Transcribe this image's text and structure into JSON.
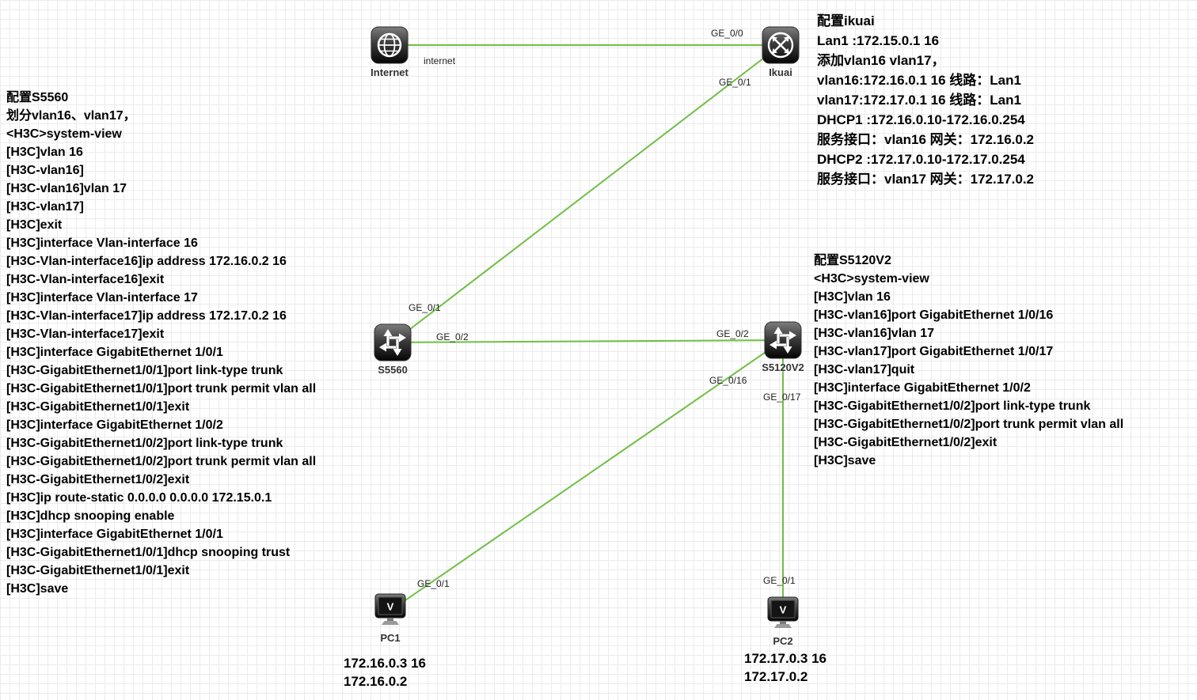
{
  "colors": {
    "link": "#6fbf44",
    "grid": "#ebebeb",
    "text": "#000000"
  },
  "nodes": {
    "internet": {
      "label": "Internet",
      "annotation": "internet",
      "icon": "globe-icon"
    },
    "ikuai": {
      "label": "Ikuai",
      "icon": "router-icon"
    },
    "s5560": {
      "label": "S5560",
      "icon": "switch-icon"
    },
    "s5120v2": {
      "label": "S5120V2",
      "icon": "switch-icon"
    },
    "pc1": {
      "label": "PC1",
      "icon": "pc-icon"
    },
    "pc2": {
      "label": "PC2",
      "icon": "pc-icon"
    }
  },
  "links": [
    {
      "from": "Internet",
      "to": "Ikuai",
      "to_port": "GE_0/0"
    },
    {
      "from": "Ikuai",
      "to": "S5560",
      "from_port": "GE_0/1",
      "to_port": "GE_0/1"
    },
    {
      "from": "S5560",
      "to": "S5120V2",
      "from_port": "GE_0/2",
      "to_port": "GE_0/2"
    },
    {
      "from": "S5120V2",
      "to": "PC1",
      "from_port": "GE_0/16",
      "to_port": "GE_0/1"
    },
    {
      "from": "S5120V2",
      "to": "PC2",
      "from_port": "GE_0/17",
      "to_port": "GE_0/1"
    }
  ],
  "link_labels": {
    "ge_0_0_ikuai": "GE_0/0",
    "ge_0_1_ikuai": "GE_0/1",
    "ge_0_1_s5560": "GE_0/1",
    "ge_0_2_s5560": "GE_0/2",
    "ge_0_2_s5120": "GE_0/2",
    "ge_0_16_s5120": "GE_0/16",
    "ge_0_17_s5120": "GE_0/17",
    "ge_0_1_pc1": "GE_0/1",
    "ge_0_1_pc2": "GE_0/1"
  },
  "blocks": {
    "s5560": {
      "title": "配置S5560",
      "lines": [
        "划分vlan16、vlan17，",
        "<H3C>system-view",
        "[H3C]vlan 16",
        "[H3C-vlan16]",
        "[H3C-vlan16]vlan 17",
        "[H3C-vlan17]",
        "[H3C]exit",
        "[H3C]interface Vlan-interface 16",
        "[H3C-Vlan-interface16]ip address 172.16.0.2 16",
        "[H3C-Vlan-interface16]exit",
        "[H3C]interface Vlan-interface 17",
        "[H3C-Vlan-interface17]ip address 172.17.0.2 16",
        "[H3C-Vlan-interface17]exit",
        "[H3C]interface GigabitEthernet 1/0/1",
        "[H3C-GigabitEthernet1/0/1]port link-type trunk",
        "[H3C-GigabitEthernet1/0/1]port trunk permit vlan all",
        "[H3C-GigabitEthernet1/0/1]exit",
        "[H3C]interface GigabitEthernet 1/0/2",
        "[H3C-GigabitEthernet1/0/2]port link-type trunk",
        "[H3C-GigabitEthernet1/0/2]port trunk permit vlan all",
        "[H3C-GigabitEthernet1/0/2]exit",
        "[H3C]ip route-static 0.0.0.0 0.0.0.0 172.15.0.1",
        "[H3C]dhcp snooping enable",
        "[H3C]interface GigabitEthernet 1/0/1",
        "[H3C-GigabitEthernet1/0/1]dhcp snooping trust",
        "[H3C-GigabitEthernet1/0/1]exit",
        "[H3C]save"
      ]
    },
    "ikuai": {
      "title": "配置ikuai",
      "lines": [
        "Lan1 :172.15.0.1 16",
        "添加vlan16 vlan17，",
        "vlan16:172.16.0.1 16 线路：Lan1",
        "vlan17:172.17.0.1 16 线路：Lan1",
        "DHCP1 :172.16.0.10-172.16.0.254",
        "服务接口：vlan16 网关：172.16.0.2",
        "DHCP2 :172.17.0.10-172.17.0.254",
        "服务接口：vlan17 网关：172.17.0.2"
      ]
    },
    "s5120v2": {
      "title": "配置S5120V2",
      "lines": [
        "<H3C>system-view",
        "[H3C]vlan 16",
        "[H3C-vlan16]port GigabitEthernet 1/0/16",
        "[H3C-vlan16]vlan 17",
        "[H3C-vlan17]port GigabitEthernet 1/0/17",
        "[H3C-vlan17]quit",
        "[H3C]interface GigabitEthernet 1/0/2",
        "[H3C-GigabitEthernet1/0/2]port link-type trunk",
        "[H3C-GigabitEthernet1/0/2]port trunk permit vlan all",
        "[H3C-GigabitEthernet1/0/2]exit",
        "[H3C]save"
      ]
    },
    "pc1": {
      "lines": [
        "172.16.0.3 16",
        "172.16.0.2"
      ]
    },
    "pc2": {
      "lines": [
        "172.17.0.3 16",
        "172.17.0.2"
      ]
    }
  }
}
